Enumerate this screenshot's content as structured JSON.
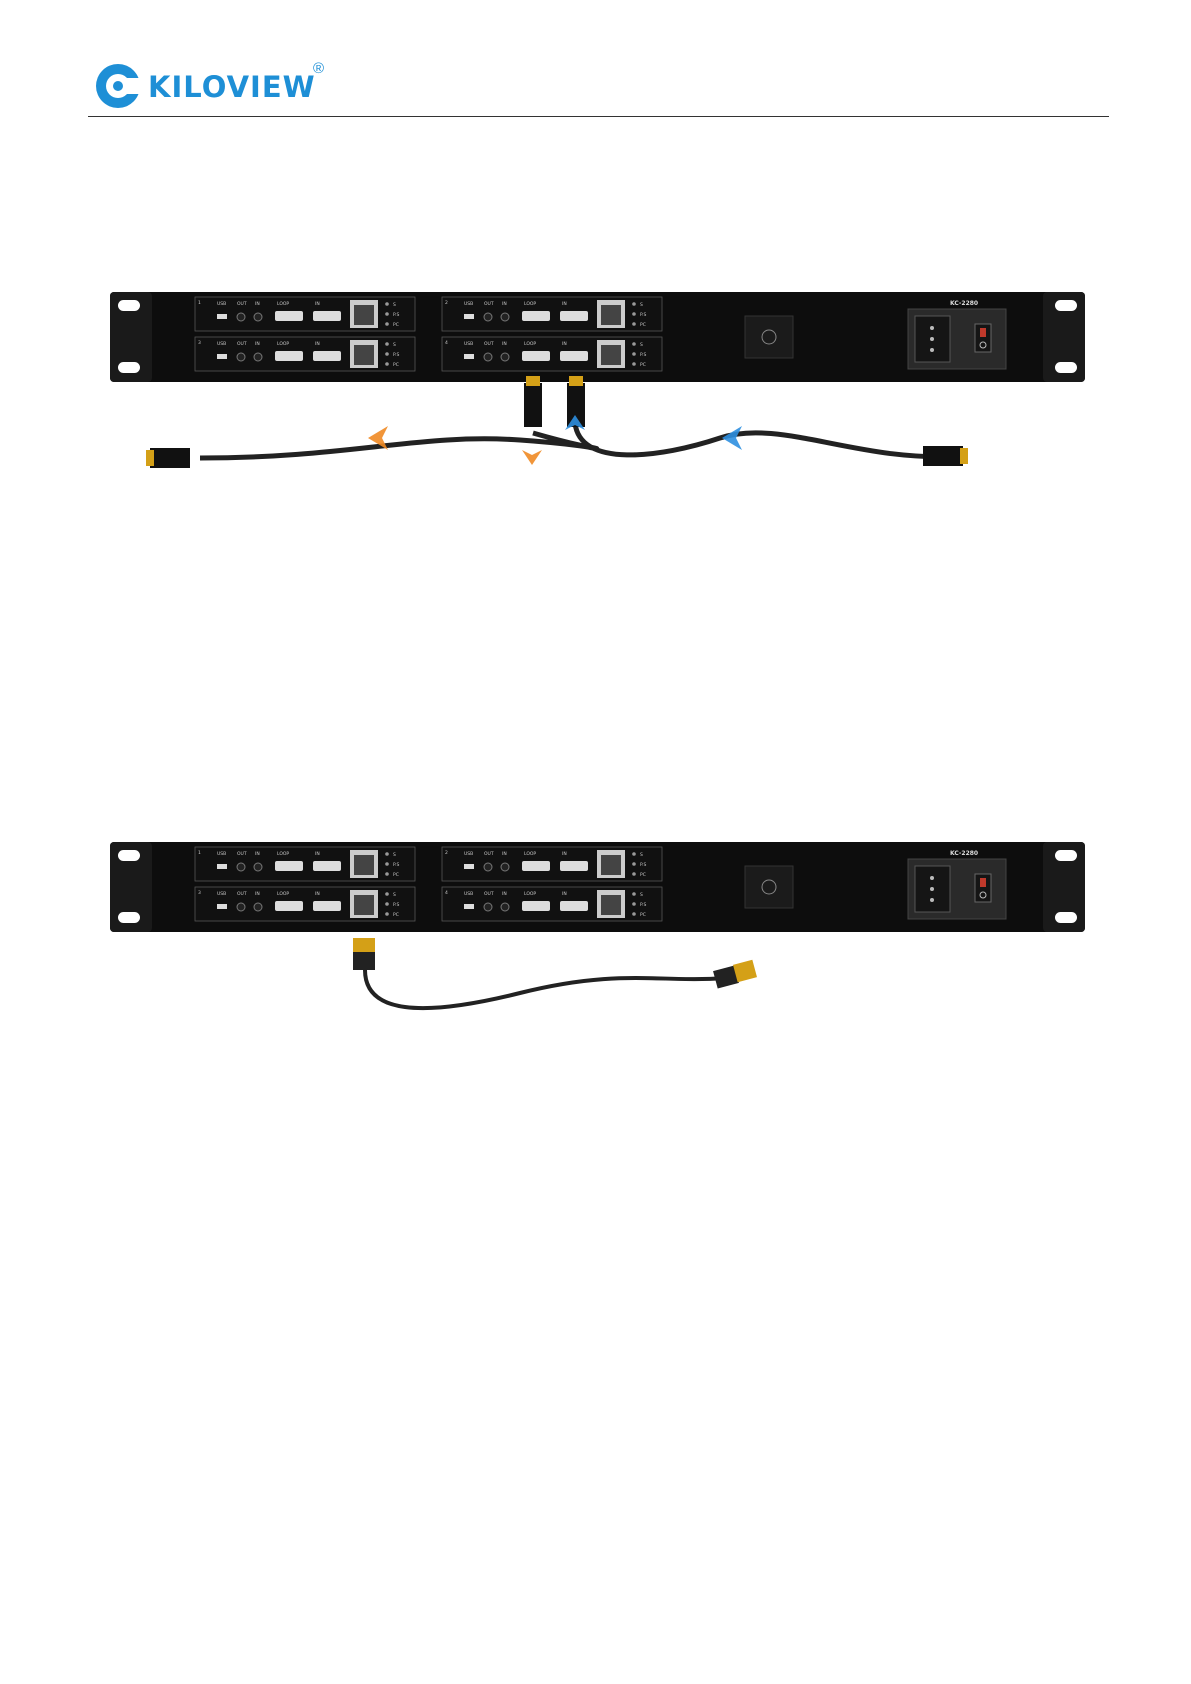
{
  "brand": {
    "name": "KILOVIEW",
    "registered": "®",
    "color": "#1e8fd6"
  },
  "device": {
    "model": "KC-2280",
    "modules": [
      {
        "num": "1",
        "ports": [
          "USB",
          "OUT",
          "IN",
          "LOOP",
          "IN"
        ],
        "leds": [
          "S",
          "P.S",
          "PC"
        ]
      },
      {
        "num": "2",
        "ports": [
          "USB",
          "OUT",
          "IN",
          "LOOP",
          "IN"
        ],
        "leds": [
          "S",
          "P.S",
          "PC"
        ]
      },
      {
        "num": "3",
        "ports": [
          "USB",
          "OUT",
          "IN",
          "LOOP",
          "IN"
        ],
        "leds": [
          "S",
          "P.S",
          "PC"
        ]
      },
      {
        "num": "4",
        "ports": [
          "USB",
          "OUT",
          "IN",
          "LOOP",
          "IN"
        ],
        "leds": [
          "S",
          "P.S",
          "PC"
        ]
      }
    ]
  },
  "figures": [
    {
      "id": "hdmi-connection",
      "arrow_out_color": "#f08a24",
      "arrow_in_color": "#2d8fe0"
    },
    {
      "id": "network-connection",
      "connector_color": "#d4a017"
    }
  ]
}
